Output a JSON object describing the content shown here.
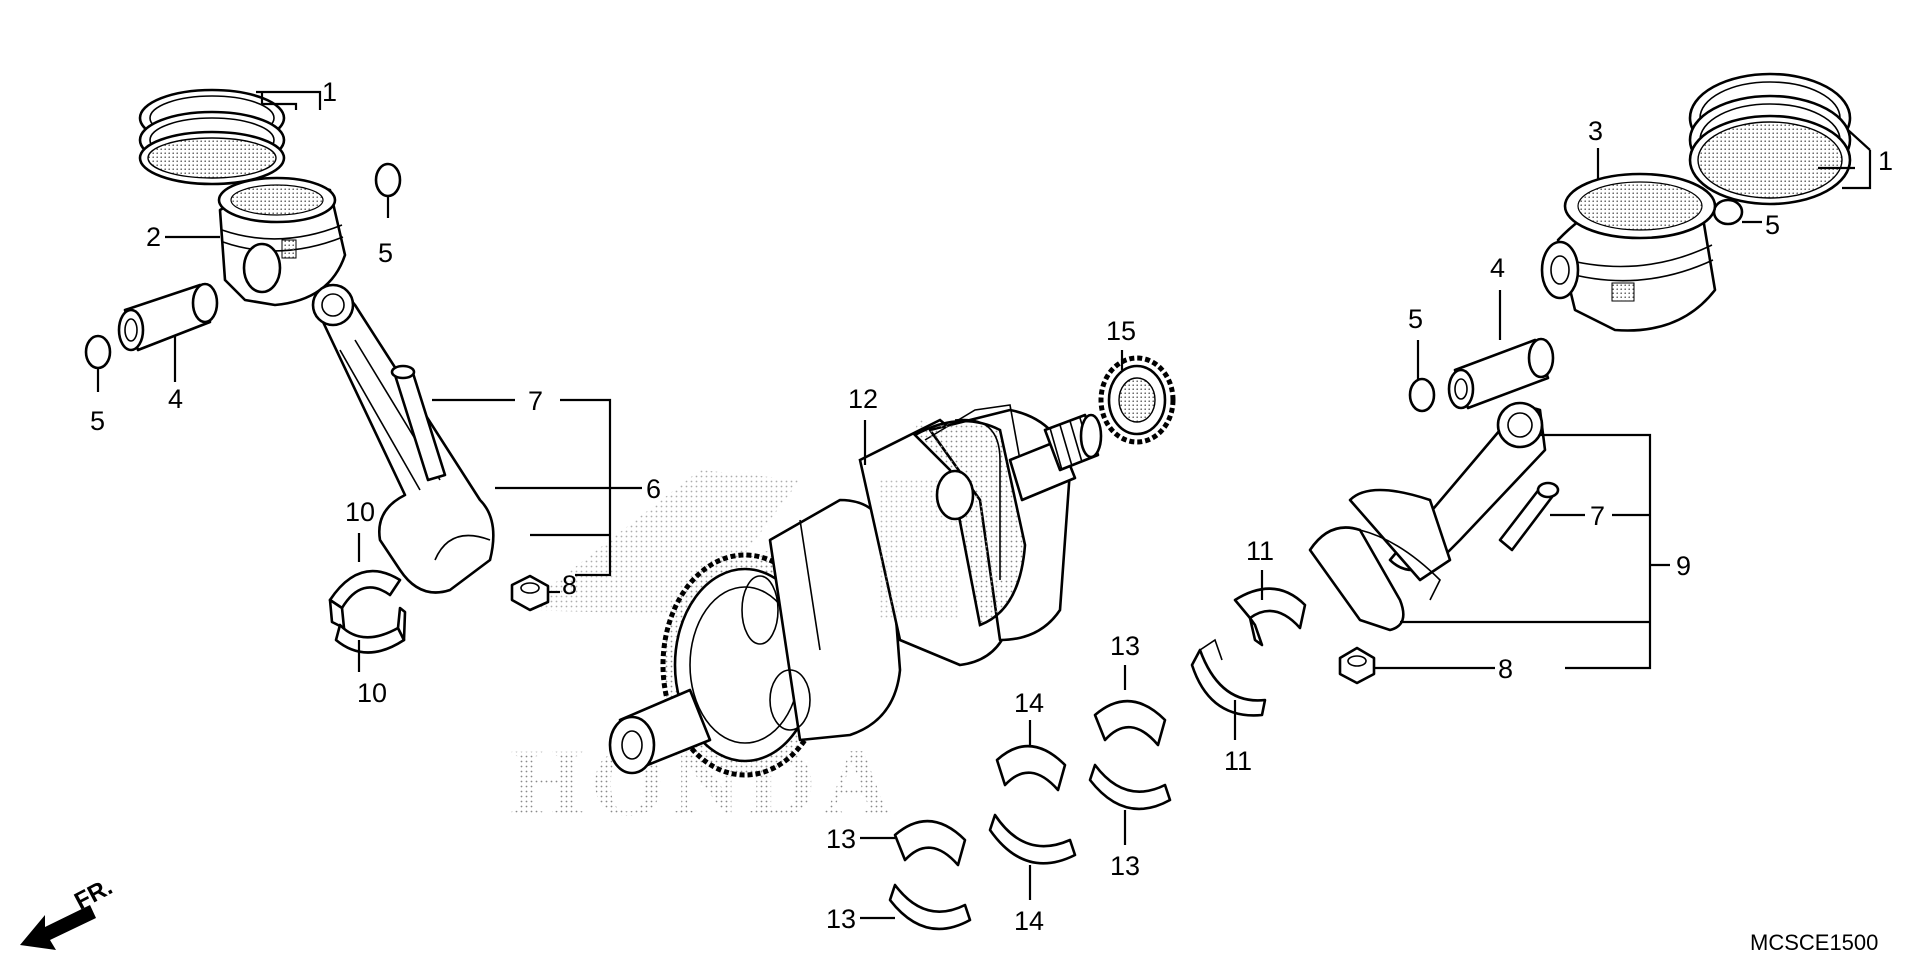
{
  "diagram": {
    "code": "MCSCE1500",
    "front_marker": "FR.",
    "watermark": "HONDA",
    "callouts": [
      {
        "id": "c1a",
        "text": "1"
      },
      {
        "id": "c2",
        "text": "2"
      },
      {
        "id": "c5a",
        "text": "5"
      },
      {
        "id": "c5b",
        "text": "5"
      },
      {
        "id": "c4a",
        "text": "4"
      },
      {
        "id": "c7a",
        "text": "7"
      },
      {
        "id": "c6",
        "text": "6"
      },
      {
        "id": "c8a",
        "text": "8"
      },
      {
        "id": "c10a",
        "text": "10"
      },
      {
        "id": "c10b",
        "text": "10"
      },
      {
        "id": "c12",
        "text": "12"
      },
      {
        "id": "c15",
        "text": "15"
      },
      {
        "id": "c3",
        "text": "3"
      },
      {
        "id": "c1b",
        "text": "1"
      },
      {
        "id": "c5c",
        "text": "5"
      },
      {
        "id": "c4b",
        "text": "4"
      },
      {
        "id": "c5d",
        "text": "5"
      },
      {
        "id": "c7b",
        "text": "7"
      },
      {
        "id": "c9",
        "text": "9"
      },
      {
        "id": "c8b",
        "text": "8"
      },
      {
        "id": "c11a",
        "text": "11"
      },
      {
        "id": "c11b",
        "text": "11"
      },
      {
        "id": "c13a",
        "text": "13"
      },
      {
        "id": "c13b",
        "text": "13"
      },
      {
        "id": "c13c",
        "text": "13"
      },
      {
        "id": "c13d",
        "text": "13"
      },
      {
        "id": "c14a",
        "text": "14"
      },
      {
        "id": "c14b",
        "text": "14"
      }
    ]
  }
}
